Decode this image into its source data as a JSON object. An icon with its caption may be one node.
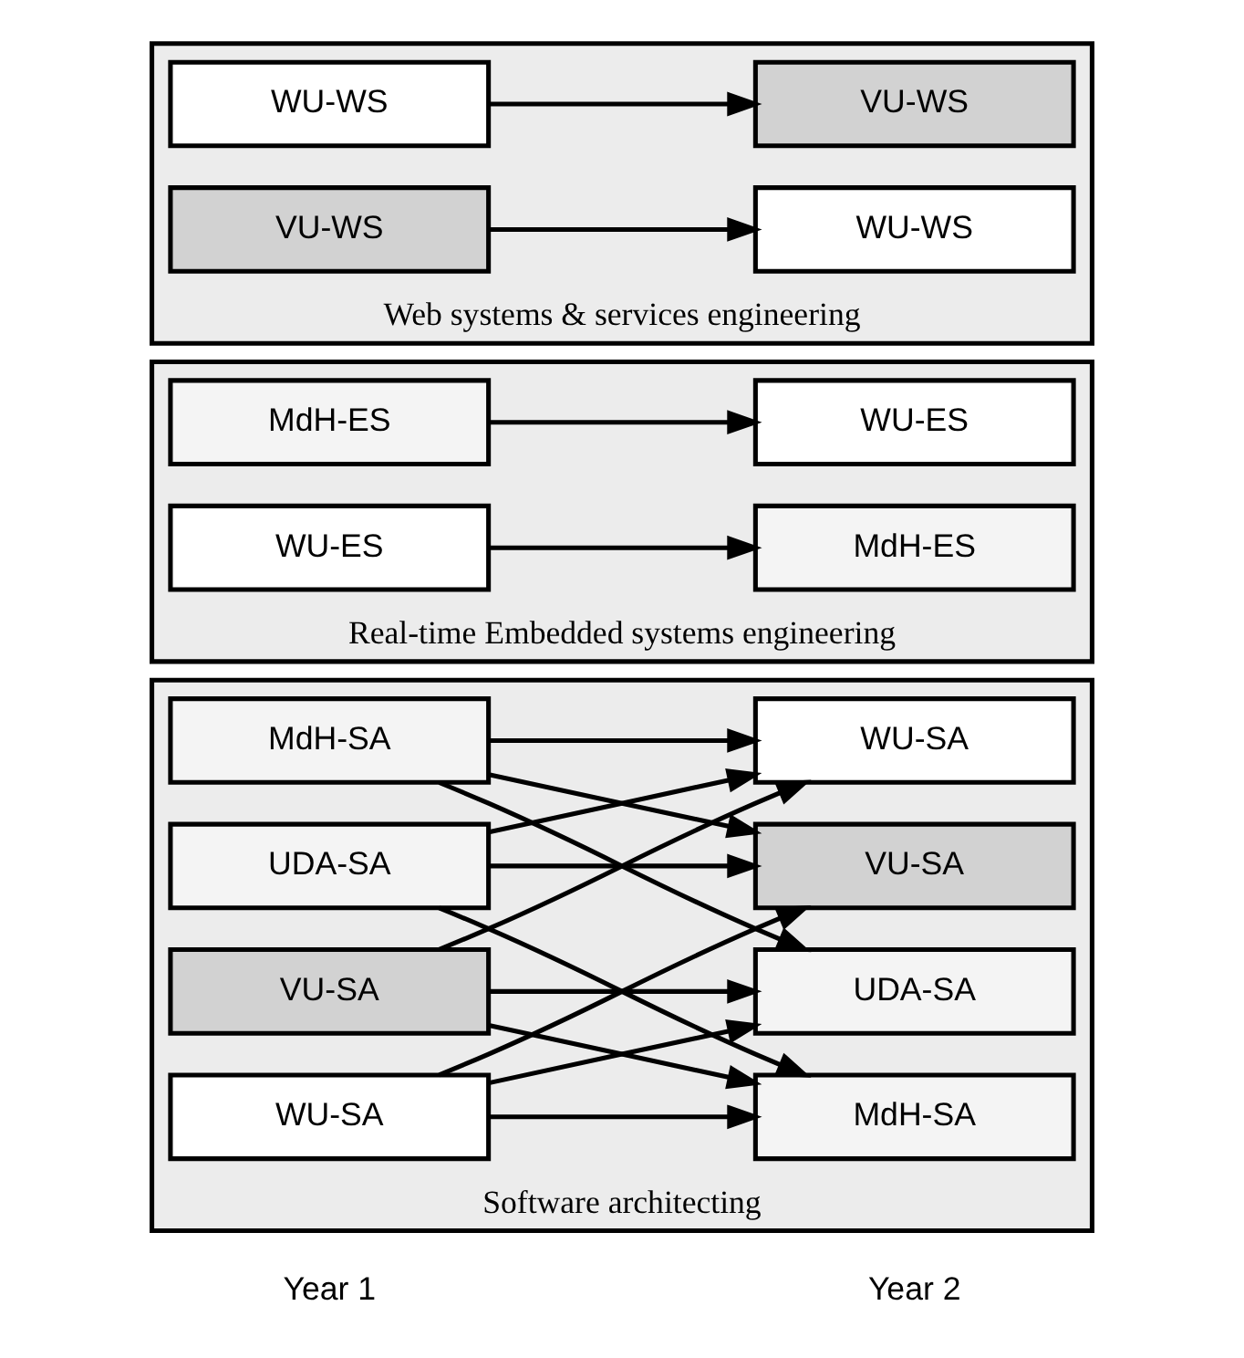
{
  "diagram": {
    "nodes": [
      {
        "text": [
          "Software architecting"
        ]
      },
      {
        "text": [
          "MdH-SA"
        ],
        "in": 0
      },
      {
        "text": [
          "MdH-SA"
        ],
        "in": 0
      },
      {
        "text": [
          "UDA-SA"
        ],
        "in": 0
      },
      {
        "text": [
          "UDA-SA"
        ],
        "in": 0
      },
      {
        "text": [
          "VU-SA"
        ],
        "in": 0
      },
      {
        "text": [
          "VU-SA"
        ],
        "in": 0
      },
      {
        "text": [
          "WU-SA"
        ],
        "in": 0
      },
      {
        "text": [
          "WU-SA"
        ],
        "in": 0
      },
      {
        "text": [
          "Real-time Embedded systems engineering"
        ]
      },
      {
        "text": [
          "MdH-ES"
        ],
        "in": 9
      },
      {
        "text": [
          "MdH-ES"
        ],
        "in": 9
      },
      {
        "text": [
          "WU-ES"
        ],
        "in": 9
      },
      {
        "text": [
          "WU-ES"
        ],
        "in": 9
      },
      {
        "text": [
          "Web systems & services engineering"
        ]
      },
      {
        "text": [
          "WU-WS"
        ],
        "in": 14
      },
      {
        "text": [
          "WU-WS"
        ],
        "in": 14
      },
      {
        "text": [
          "VU-WS"
        ],
        "in": 14
      },
      {
        "text": [
          "VU-WS"
        ],
        "in": 14
      }
    ],
    "edges": [
      {
        "from": 1,
        "to": 4,
        "arrow": "to"
      },
      {
        "from": 1,
        "to": 6,
        "arrow": "to"
      },
      {
        "from": 1,
        "to": 8,
        "arrow": "to"
      },
      {
        "from": 3,
        "to": 2,
        "arrow": "to"
      },
      {
        "from": 3,
        "to": 6,
        "arrow": "to"
      },
      {
        "from": 3,
        "to": 8,
        "arrow": "to"
      },
      {
        "from": 5,
        "to": 2,
        "arrow": "to"
      },
      {
        "from": 5,
        "to": 4,
        "arrow": "to"
      },
      {
        "from": 5,
        "to": 8,
        "arrow": "to"
      },
      {
        "from": 7,
        "to": 2,
        "arrow": "to"
      },
      {
        "from": 7,
        "to": 4,
        "arrow": "to"
      },
      {
        "from": 7,
        "to": 6,
        "arrow": "to"
      },
      {
        "from": 10,
        "to": 13,
        "arrow": "to"
      },
      {
        "from": 12,
        "to": 11,
        "arrow": "to"
      },
      {
        "from": 15,
        "to": 18,
        "arrow": "to"
      },
      {
        "from": 17,
        "to": 16,
        "arrow": "to"
      }
    ],
    "labels": [
      "Year 1",
      "Year 2"
    ]
  }
}
